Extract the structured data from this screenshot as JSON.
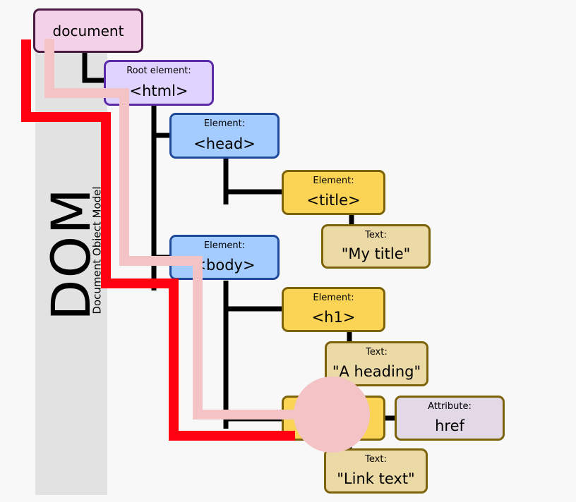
{
  "side_label": {
    "big": "DOM",
    "small": "Document Object Model"
  },
  "nodes": {
    "document": {
      "name": "document"
    },
    "html": {
      "kind": "Root element:",
      "name": "<html>"
    },
    "head": {
      "kind": "Element:",
      "name": "<head>"
    },
    "title": {
      "kind": "Element:",
      "name": "<title>"
    },
    "title_text": {
      "kind": "Text:",
      "name": "\"My title\""
    },
    "body": {
      "kind": "Element:",
      "name": "<body>"
    },
    "h1": {
      "kind": "Element:",
      "name": "<h1>"
    },
    "h1_text": {
      "kind": "Text:",
      "name": "\"A heading\""
    },
    "a": {
      "kind": "",
      "name": ""
    },
    "attribute": {
      "kind": "Attribute:",
      "name": "href"
    },
    "a_text": {
      "kind": "Text:",
      "name": "\"Link text\""
    }
  },
  "colors": {
    "document": "#f3d1e8",
    "root_element": "#e0d4ff",
    "element_blue": "#a4ccff",
    "element_yellow": "#fcd455",
    "text_node": "#ebd9a6",
    "attribute": "#e2d8e6",
    "path_red": "#ff0010",
    "path_pink": "#f4c3c6"
  }
}
